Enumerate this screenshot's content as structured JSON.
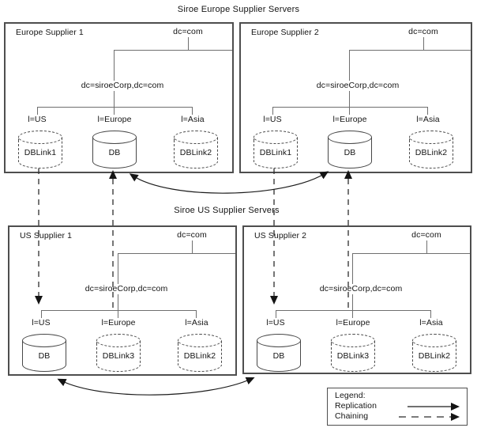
{
  "sections": {
    "europe": {
      "title": "Siroe Europe Supplier Servers"
    },
    "us": {
      "title": "Siroe US Supplier Servers"
    }
  },
  "panels": [
    {
      "title": "Europe Supplier 1",
      "root_node": "dc=com",
      "suffix_node": "dc=siroeCorp,dc=com",
      "branches": [
        {
          "label": "l=US",
          "db_label": "DBLink1",
          "db_style": "dashed"
        },
        {
          "label": "l=Europe",
          "db_label": "DB",
          "db_style": "solid"
        },
        {
          "label": "l=Asia",
          "db_label": "DBLink2",
          "db_style": "dashed"
        }
      ]
    },
    {
      "title": "Europe Supplier 2",
      "root_node": "dc=com",
      "suffix_node": "dc=siroeCorp,dc=com",
      "branches": [
        {
          "label": "l=US",
          "db_label": "DBLink1",
          "db_style": "dashed"
        },
        {
          "label": "l=Europe",
          "db_label": "DB",
          "db_style": "solid"
        },
        {
          "label": "l=Asia",
          "db_label": "DBLink2",
          "db_style": "dashed"
        }
      ]
    },
    {
      "title": "US Supplier 1",
      "root_node": "dc=com",
      "suffix_node": "dc=siroeCorp,dc=com",
      "branches": [
        {
          "label": "l=US",
          "db_label": "DB",
          "db_style": "solid"
        },
        {
          "label": "l=Europe",
          "db_label": "DBLink3",
          "db_style": "dashed"
        },
        {
          "label": "l=Asia",
          "db_label": "DBLink2",
          "db_style": "dashed"
        }
      ]
    },
    {
      "title": "US Supplier 2",
      "root_node": "dc=com",
      "suffix_node": "dc=siroeCorp,dc=com",
      "branches": [
        {
          "label": "l=US",
          "db_label": "DB",
          "db_style": "solid"
        },
        {
          "label": "l=Europe",
          "db_label": "DBLink3",
          "db_style": "dashed"
        },
        {
          "label": "l=Asia",
          "db_label": "DBLink2",
          "db_style": "dashed"
        }
      ]
    }
  ],
  "connections": [
    {
      "type": "chaining",
      "from": "Europe Supplier 1 DBLink1",
      "to": "US Supplier 1 l=US",
      "bidirectional": false
    },
    {
      "type": "chaining",
      "from": "US Supplier 1 DBLink3",
      "to": "Europe Supplier 1 DB",
      "bidirectional": false
    },
    {
      "type": "chaining",
      "from": "Europe Supplier 2 DBLink1",
      "to": "US Supplier 2 l=US",
      "bidirectional": false
    },
    {
      "type": "chaining",
      "from": "US Supplier 2 DBLink3",
      "to": "Europe Supplier 2 DB",
      "bidirectional": false
    },
    {
      "type": "replication",
      "from": "Europe Supplier 1 DB",
      "to": "Europe Supplier 2 DB",
      "bidirectional": true
    },
    {
      "type": "replication",
      "from": "US Supplier 1 DB",
      "to": "US Supplier 2 DB",
      "bidirectional": true
    }
  ],
  "legend": {
    "title": "Legend:",
    "items": [
      {
        "label": "Replication",
        "line_style": "solid"
      },
      {
        "label": "Chaining",
        "line_style": "dashed"
      }
    ]
  },
  "colors": {
    "background": "#ffffff",
    "panel_border": "#4e4e4e",
    "tree_line": "#6f6f6f",
    "cylinder_border": "#474747",
    "text": "#141414",
    "arrow": "#141414"
  }
}
